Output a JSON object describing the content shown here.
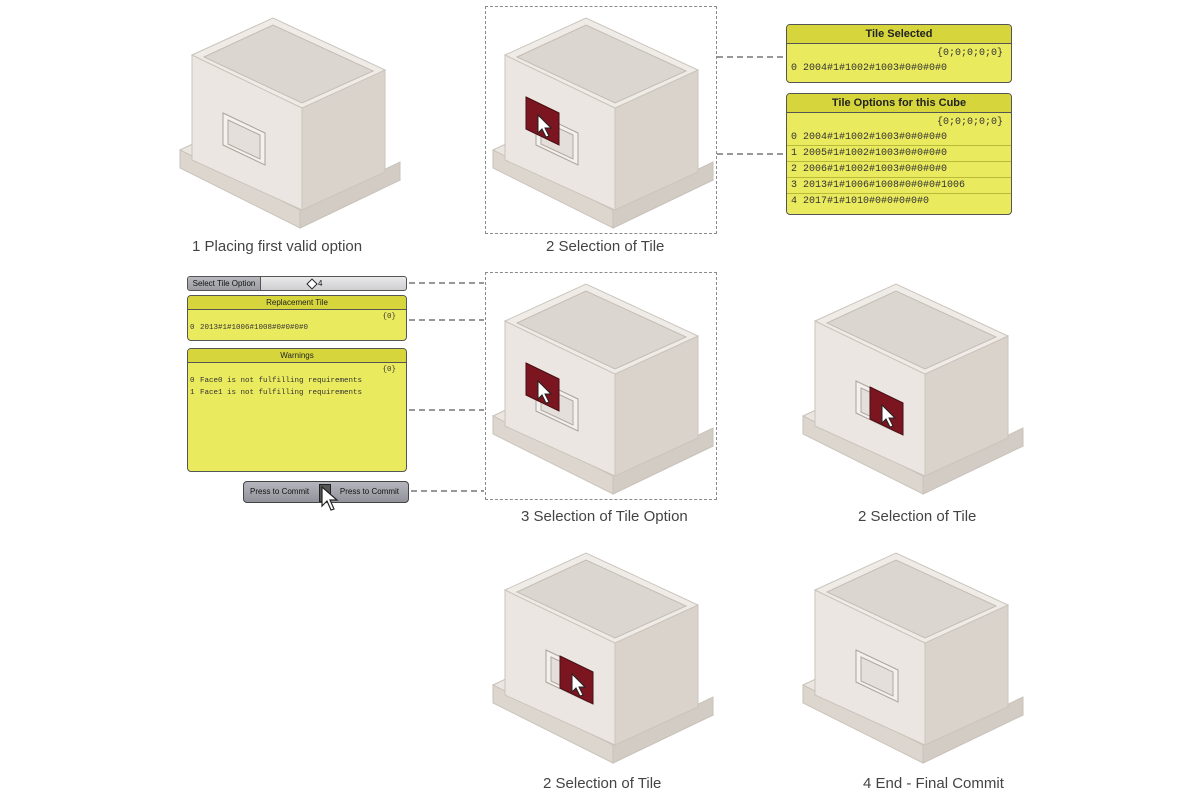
{
  "captions": {
    "c1": "1 Placing first valid option",
    "c2": "2 Selection of Tile",
    "c3": "3 Selection of Tile Option",
    "c4": "2  Selection of Tile",
    "c5": "2  Selection of Tile",
    "c6": "4 End - Final Commit"
  },
  "tile_selected": {
    "title": "Tile Selected",
    "path": "{0;0;0;0;0}",
    "rows": [
      {
        "i": "0",
        "v": "2004#1#1002#1003#0#0#0#0"
      }
    ]
  },
  "tile_options": {
    "title": "Tile Options for this Cube",
    "path": "{0;0;0;0;0}",
    "rows": [
      {
        "i": "0",
        "v": "2004#1#1002#1003#0#0#0#0"
      },
      {
        "i": "1",
        "v": "2005#1#1002#1003#0#0#0#0"
      },
      {
        "i": "2",
        "v": "2006#1#1002#1003#0#0#0#0"
      },
      {
        "i": "3",
        "v": "2013#1#1006#1008#0#0#0#1006"
      },
      {
        "i": "4",
        "v": "2017#1#1010#0#0#0#0#0"
      }
    ]
  },
  "slider": {
    "label": "Select Tile Option",
    "value": "4"
  },
  "replacement_tile": {
    "title": "Replacement Tile",
    "path": "{0}",
    "rows": [
      {
        "i": "0",
        "v": "2013#1#1006#1008#0#0#0#0"
      }
    ]
  },
  "warnings": {
    "title": "Warnings",
    "path": "{0}",
    "rows": [
      {
        "i": "0",
        "v": "Face0 is not fulfilling requirements"
      },
      {
        "i": "1",
        "v": "Face1 is not fulfilling requirements"
      }
    ]
  },
  "commit_button": {
    "label_left": "Press to Commit",
    "label_right": "Press to Commit"
  },
  "colors": {
    "panel_yellow": "#eaea5e",
    "panel_title": "#d6d63c",
    "tile_red": "#7b1620",
    "cube_light": "#e8e3de",
    "cube_shadow": "#cfc9c2"
  },
  "icons": [
    "cursor-icon",
    "diamond-knob-icon"
  ]
}
